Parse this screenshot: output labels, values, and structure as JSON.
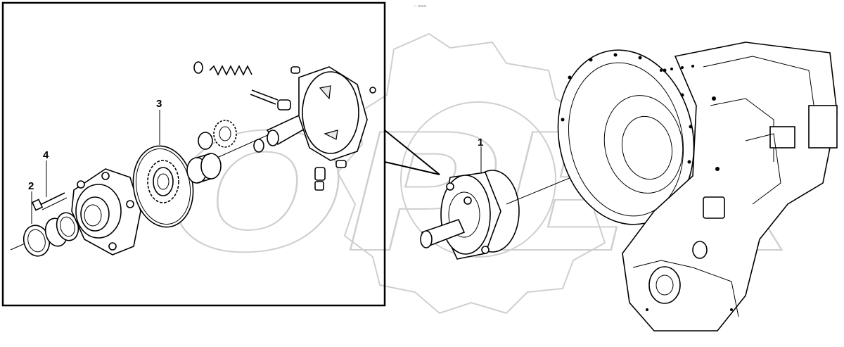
{
  "watermark": {
    "text": "OPEX"
  },
  "top_mark": "~ ===",
  "callouts": [
    {
      "id": "1",
      "label": "1"
    },
    {
      "id": "2",
      "label": "2"
    },
    {
      "id": "3",
      "label": "3"
    },
    {
      "id": "4",
      "label": "4"
    }
  ],
  "icons": [
    "gear-watermark-icon"
  ]
}
